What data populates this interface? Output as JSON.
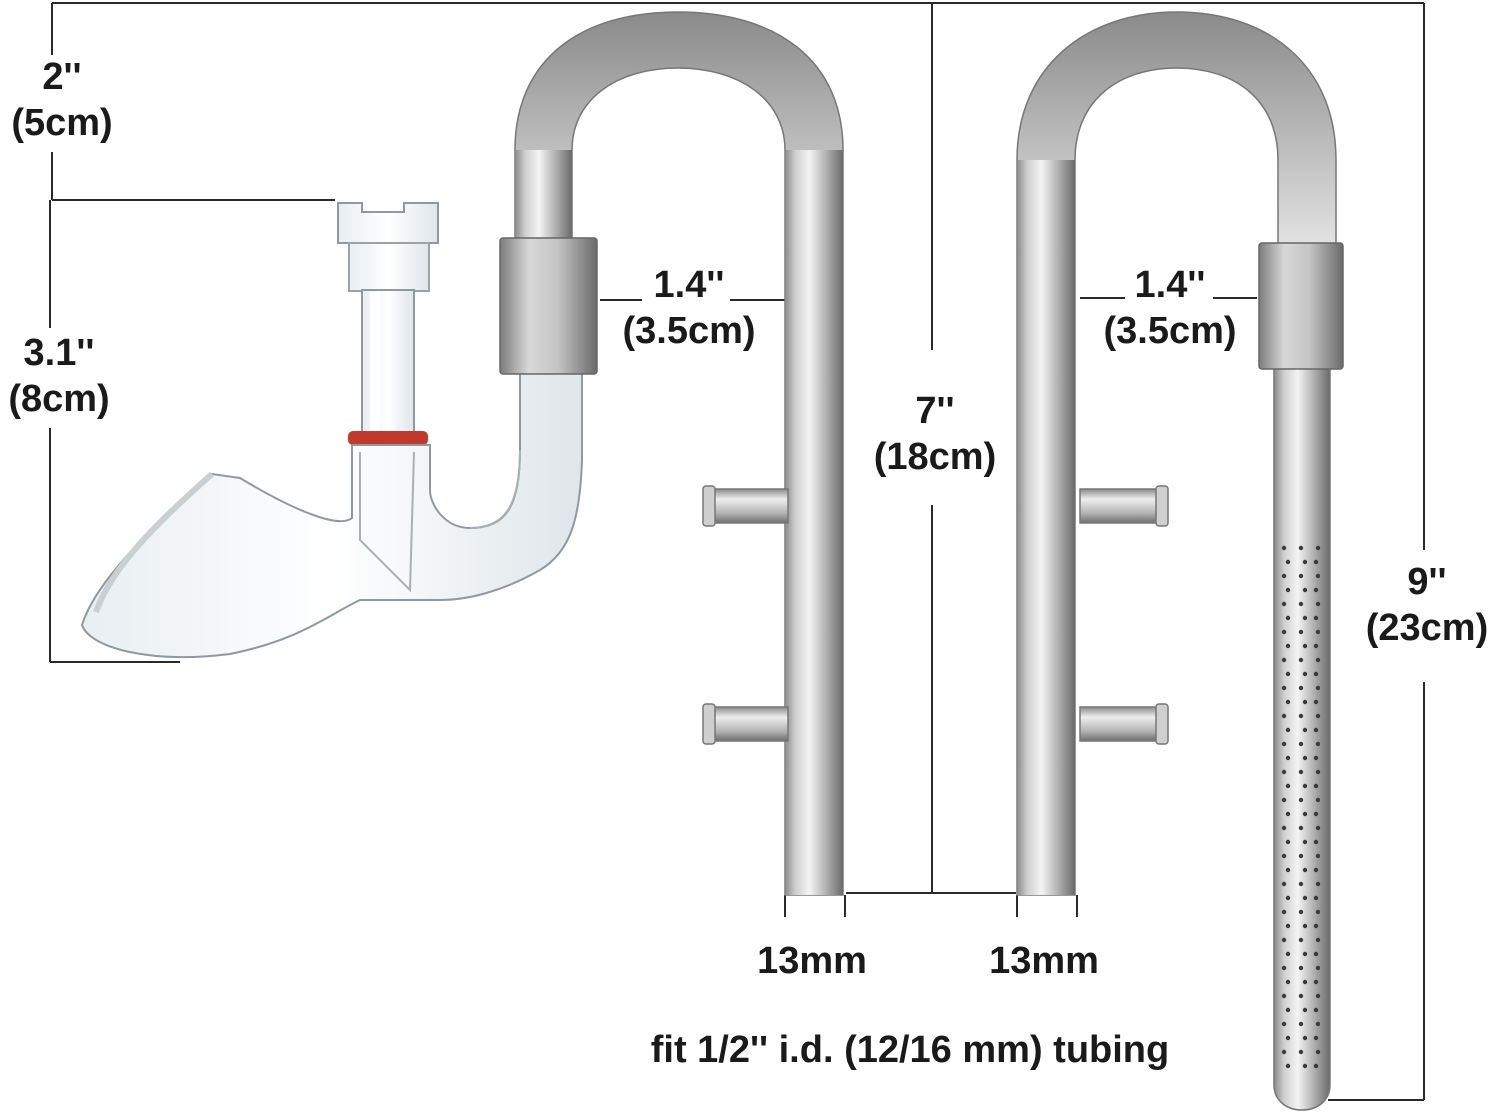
{
  "dimensions": {
    "inflow_top_height": {
      "imperial": "2''",
      "metric": "(5cm)"
    },
    "inflow_body_height": {
      "imperial": "3.1''",
      "metric": "(8cm)"
    },
    "inflow_hook_width": {
      "imperial": "1.4''",
      "metric": "(3.5cm)"
    },
    "outflow_hook_width": {
      "imperial": "1.4''",
      "metric": "(3.5cm)"
    },
    "pipe_length": {
      "imperial": "7''",
      "metric": "(18cm)"
    },
    "strainer_length": {
      "imperial": "9''",
      "metric": "(23cm)"
    },
    "inflow_diameter": "13mm",
    "outflow_diameter": "13mm"
  },
  "caption": "fit 1/2'' i.d. (12/16 mm) tubing",
  "colors": {
    "text": "#1a1a1a",
    "dimension_line": "#2a2a2a",
    "steel_light": "#f2f2f2",
    "steel_mid": "#b9b9b9",
    "steel_dark": "#6e6e6e",
    "glass_edge": "#9a9a9a",
    "seal_ring": "#c0392b"
  }
}
